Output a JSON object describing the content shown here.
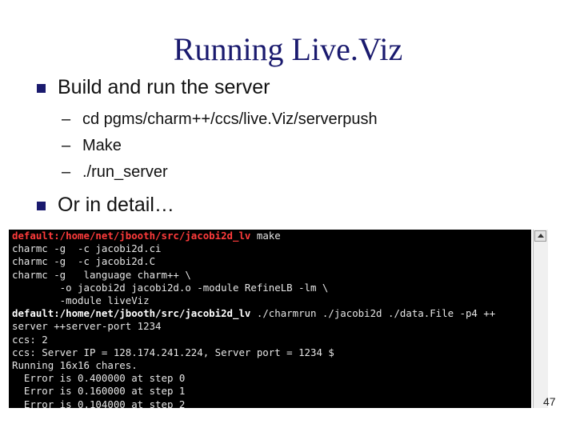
{
  "slide": {
    "title": "Running Live.Viz",
    "bullets": [
      {
        "text": "Build and run the server",
        "sub": [
          {
            "dash": "–",
            "text": "cd pgms/charm++/ccs/live.Viz/serverpush"
          },
          {
            "dash": "–",
            "text": "Make"
          },
          {
            "dash": "–",
            "text": "./run_server"
          }
        ]
      },
      {
        "text": "Or in detail…"
      }
    ],
    "page_number": "47"
  },
  "terminal": {
    "prompt": "default:/home/net/jbooth/src/jacobi2d_lv",
    "lines": [
      {
        "prompt": true,
        "style": "red",
        "text": " make"
      },
      {
        "prompt": false,
        "text": "charmc -g  -c jacobi2d.ci"
      },
      {
        "prompt": false,
        "text": "charmc -g  -c jacobi2d.C"
      },
      {
        "prompt": false,
        "text": "charmc -g   language charm++ \\"
      },
      {
        "prompt": false,
        "text": "        -o jacobi2d jacobi2d.o -module RefineLB -lm \\"
      },
      {
        "prompt": false,
        "text": "        -module liveViz"
      },
      {
        "prompt": true,
        "style": "white",
        "text": " ./charmrun ./jacobi2d ./data.File -p4 ++"
      },
      {
        "prompt": false,
        "text": "server ++server-port 1234"
      },
      {
        "prompt": false,
        "text": "ccs: 2"
      },
      {
        "prompt": false,
        "text": "ccs: Server IP = 128.174.241.224, Server port = 1234 $"
      },
      {
        "prompt": false,
        "text": "Running 16x16 chares."
      },
      {
        "prompt": false,
        "text": "  Error is 0.400000 at step 0"
      },
      {
        "prompt": false,
        "text": "  Error is 0.160000 at step 1"
      },
      {
        "prompt": false,
        "text": "  Error is 0.104000 at step 2"
      }
    ]
  },
  "colors": {
    "title": "#1a1a6e",
    "bullet": "#1a1a6e",
    "terminal_bg": "#000000",
    "prompt_red": "#ff3b3b"
  },
  "icons": {
    "bullet": "square-bullet-icon",
    "scroll_up": "scroll-up-arrow-icon"
  }
}
